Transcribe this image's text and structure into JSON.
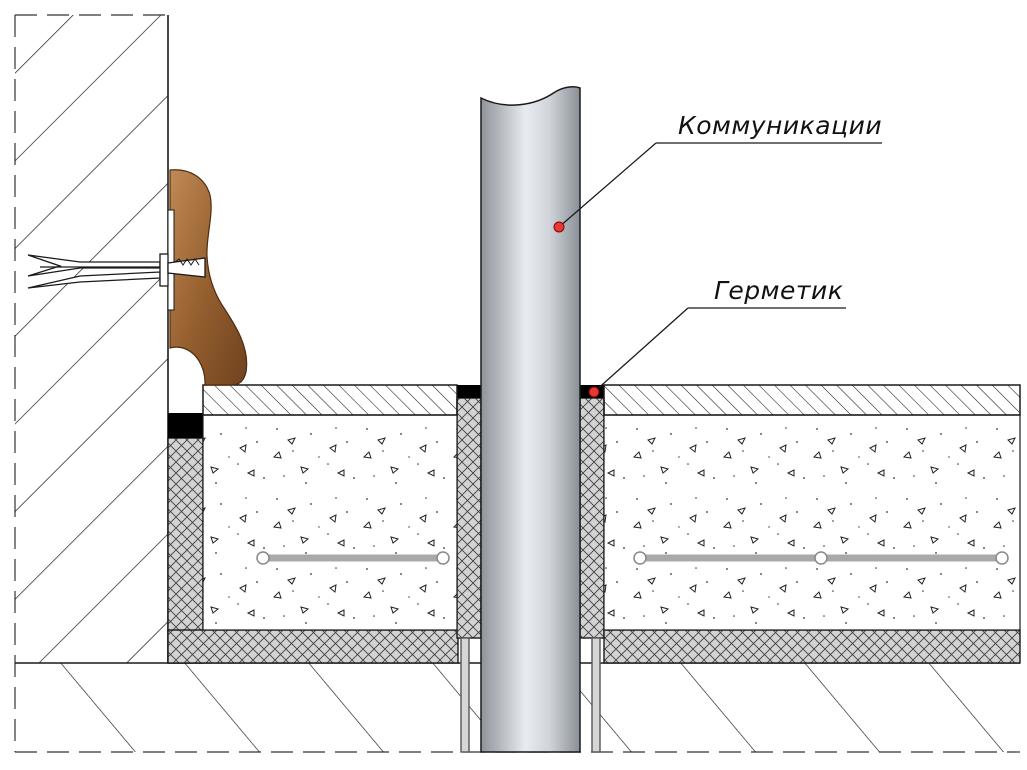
{
  "labels": {
    "communications": "Коммуникации",
    "sealant": "Герметик"
  },
  "colors": {
    "line": "#1a1a1a",
    "pipe_fill_light": "#dfe2e6",
    "pipe_fill_dark": "#8f949b",
    "insulation_fill": "#cfcfcf",
    "sealant_marker": "#e53935",
    "plinth_light": "#b07a4a",
    "plinth_dark": "#7b4a24",
    "rebar": "#a9a9a9",
    "gasket": "#000000"
  },
  "icons": {
    "wall_anchor": "anchor-dowel-icon",
    "callout_dot": "red-dot-marker"
  }
}
